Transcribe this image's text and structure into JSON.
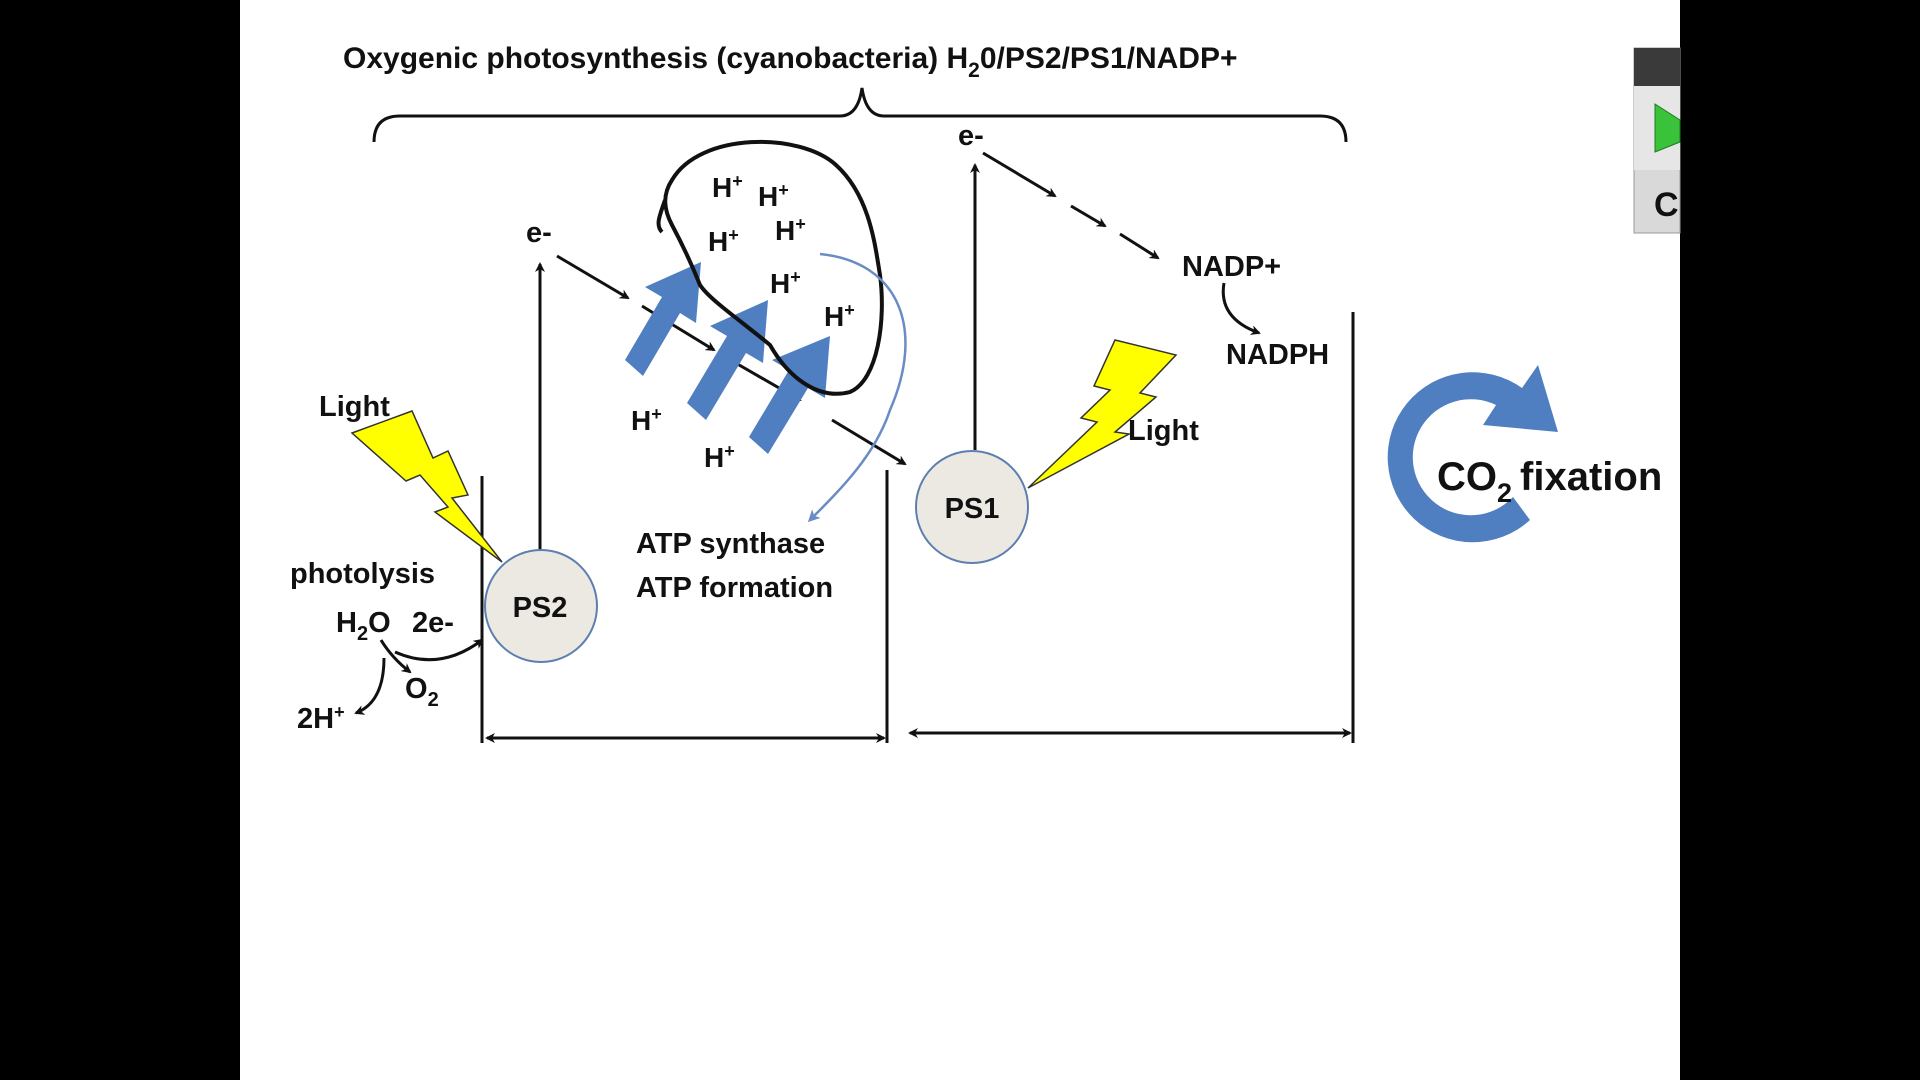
{
  "title": {
    "main": "Oxygenic photosynthesis (cyanobacteria)  H",
    "sub": "2",
    "rest": "0/PS2/PS1/NADP+"
  },
  "labels": {
    "e_ps2": "e-",
    "e_ps1": "e-",
    "light_left": "Light",
    "light_right": "Light",
    "photolysis": "photolysis",
    "h2o_h": "H",
    "h2o_sub": "2",
    "h2o_o": "O",
    "two_e": "2e-",
    "o2_o": "O",
    "o2_sub": "2",
    "two_h_plus": "2H",
    "two_h_plus_sup": "+",
    "ps2": "PS2",
    "ps1": "PS1",
    "atp_synthase": "ATP synthase",
    "atp_formation": "ATP formation",
    "nadp_plus": "NADP+",
    "nadph": "NADPH",
    "co2_co": "CO",
    "co2_sub": "2",
    "co2_fixation": "fixation"
  },
  "protons": [
    {
      "base": "H",
      "sup": "+"
    },
    {
      "base": "H",
      "sup": "+"
    },
    {
      "base": "H",
      "sup": "+"
    },
    {
      "base": "H",
      "sup": "+"
    },
    {
      "base": "H",
      "sup": "+"
    },
    {
      "base": "H",
      "sup": "+"
    },
    {
      "base": "H",
      "sup": "+"
    },
    {
      "base": "H",
      "sup": "+"
    }
  ],
  "colors": {
    "slide_bg": "#ffffff",
    "outer_bg": "#000000",
    "lightning": "#ffff00",
    "blue_arrow": "#4f7fc0",
    "circle_fill": "#ece9e3",
    "circle_stroke": "#5d7fb0",
    "ink": "#111111"
  },
  "player_widget": {
    "play_icon": "play-icon",
    "partial_glyph": "C"
  }
}
